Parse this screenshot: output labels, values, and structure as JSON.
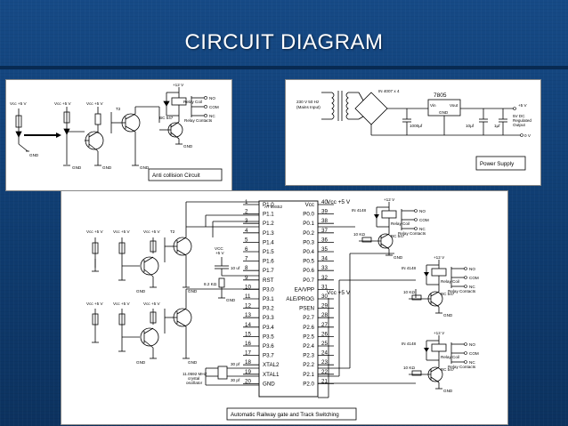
{
  "slide": {
    "title": "CIRCUIT DIAGRAM"
  },
  "top_left": {
    "vcc": [
      "Vcc +5 V",
      "Vcc +5 V",
      "Vcc +5 V"
    ],
    "supply": "+12 V",
    "t2": "T2",
    "relay_coil": "Relay Coil",
    "bc547": "BC 547",
    "relay_contacts": "Relay Contacts",
    "no": "NO",
    "com": "COM",
    "nc": "NC",
    "gnd": "GND",
    "caption": "Anti collision Circuit"
  },
  "top_right": {
    "mains": [
      "230 V 50 Hz",
      "(Mains Input)"
    ],
    "diode": "IN 4007 x 4",
    "regulator": "7805",
    "vin": "Vin",
    "vout": "Vout",
    "gnd": "GND",
    "cap1": "1000µf",
    "cap2": "10µf",
    "cap3": "1µf",
    "out": "+5 V",
    "out_desc": [
      "5V DC",
      "Regulated",
      "Output"
    ],
    "zero": "0 V",
    "caption": "Power Supply"
  },
  "bottom": {
    "mcu": "AT 89S52",
    "left_pins": [
      {
        "num": "1",
        "name": "P1.0"
      },
      {
        "num": "2",
        "name": "P1.1"
      },
      {
        "num": "3",
        "name": "P1.2"
      },
      {
        "num": "4",
        "name": "P1.3"
      },
      {
        "num": "5",
        "name": "P1.4"
      },
      {
        "num": "6",
        "name": "P1.5"
      },
      {
        "num": "7",
        "name": "P1.6"
      },
      {
        "num": "8",
        "name": "P1.7"
      },
      {
        "num": "9",
        "name": "RST"
      },
      {
        "num": "10",
        "name": "P3.0"
      },
      {
        "num": "11",
        "name": "P3.1"
      },
      {
        "num": "12",
        "name": "P3.2"
      },
      {
        "num": "13",
        "name": "P3.3"
      },
      {
        "num": "14",
        "name": "P3.4"
      },
      {
        "num": "15",
        "name": "P3.5"
      },
      {
        "num": "16",
        "name": "P3.6"
      },
      {
        "num": "17",
        "name": "P3.7"
      },
      {
        "num": "18",
        "name": "XTAL2"
      },
      {
        "num": "19",
        "name": "XTAL1"
      },
      {
        "num": "20",
        "name": "GND"
      }
    ],
    "right_pins": [
      {
        "num": "40",
        "name": "Vcc"
      },
      {
        "num": "39",
        "name": "P0.0"
      },
      {
        "num": "38",
        "name": "P0.1"
      },
      {
        "num": "37",
        "name": "P0.2"
      },
      {
        "num": "36",
        "name": "P0.3"
      },
      {
        "num": "35",
        "name": "P0.4"
      },
      {
        "num": "34",
        "name": "P0.5"
      },
      {
        "num": "33",
        "name": "P0.6"
      },
      {
        "num": "32",
        "name": "P0.7"
      },
      {
        "num": "31",
        "name": "EA/VPP"
      },
      {
        "num": "30",
        "name": "ALE/PROG"
      },
      {
        "num": "29",
        "name": "PSEN"
      },
      {
        "num": "28",
        "name": "P2.7"
      },
      {
        "num": "27",
        "name": "P2.6"
      },
      {
        "num": "26",
        "name": "P2.5"
      },
      {
        "num": "25",
        "name": "P2.4"
      },
      {
        "num": "24",
        "name": "P2.3"
      },
      {
        "num": "23",
        "name": "P2.2"
      },
      {
        "num": "22",
        "name": "P2.1"
      },
      {
        "num": "21",
        "name": "P2.0"
      }
    ],
    "vcc40": "Vcc +5 V",
    "vcc31": "Vcc +5 V",
    "left_vcc": [
      "Vcc +5 V",
      "Vcc +5 V",
      "Vcc +5 V"
    ],
    "t2": "T2",
    "reset_vcc": [
      "VCC",
      "+5 V"
    ],
    "reset_cap": "10 uf",
    "reset_res": "8.2 KΩ",
    "gnd": "GND",
    "xtal_caps": [
      "30 pf",
      "30 pf"
    ],
    "crystal": [
      "11.0592 MHZ",
      "crystal",
      "oscillator"
    ],
    "relays": [
      {
        "supply": "+12 V",
        "diode": "IN 4148",
        "coil": "Relay Coil",
        "res": "10 KΩ",
        "bc": "BC 547",
        "contacts": "Relay Contacts",
        "no": "NO",
        "com": "COM",
        "nc": "NC",
        "gnd": "GND"
      },
      {
        "supply": "+12 V",
        "diode": "IN 4148",
        "coil": "Relay Coil",
        "res": "10 KΩ",
        "bc": "BC 547",
        "contacts": "Relay Contacts",
        "no": "NO",
        "com": "COM",
        "nc": "NC",
        "gnd": "GND"
      },
      {
        "supply": "+12 V",
        "diode": "IN 4148",
        "coil": "Relay Coil",
        "res": "10 KΩ",
        "bc": "BC 547",
        "contacts": "Relay Contacts",
        "no": "NO",
        "com": "COM",
        "nc": "NC",
        "gnd": "GND"
      }
    ],
    "caption": "Automatic Railway gate and Track Switching"
  }
}
